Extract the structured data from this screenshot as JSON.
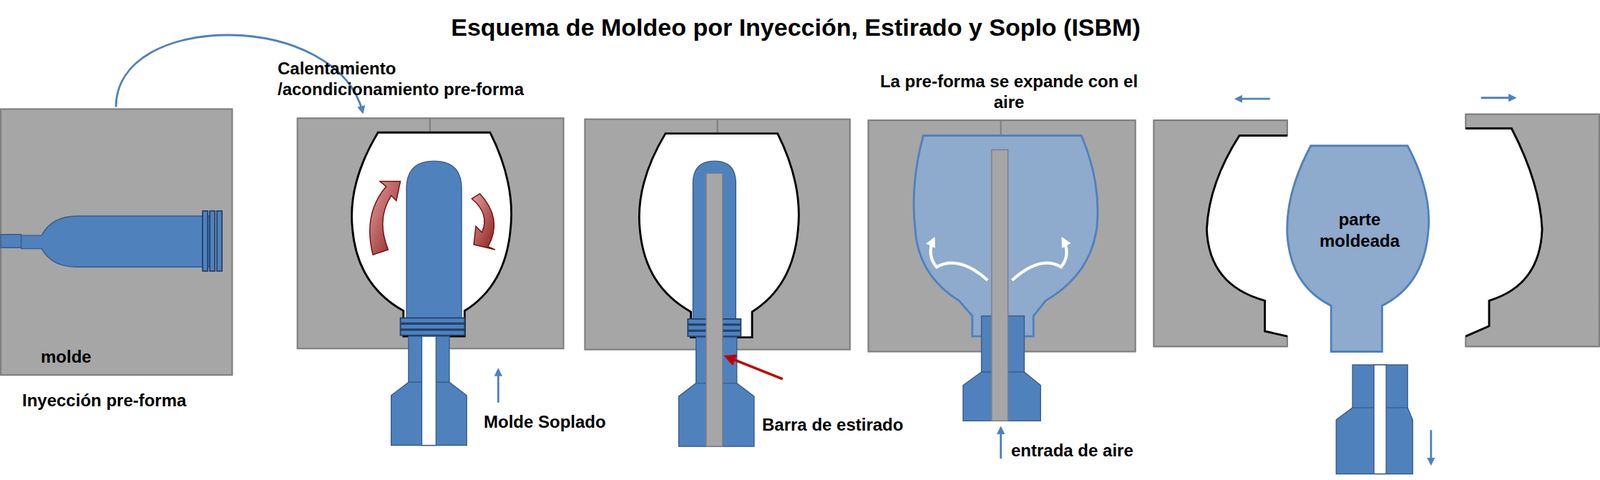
{
  "diagram": {
    "title": "Esquema de Moldeo por Inyección, Estirado y Soplo (ISBM)",
    "nodes": [
      {
        "text": [
          "molde"
        ]
      },
      {
        "text": [
          "parte moldeada"
        ]
      }
    ],
    "labels": [
      "Inyección pre-forma",
      "Calentamiento /acondicionamiento pre-forma",
      "Molde Soplado",
      "Barra de estirado",
      "La pre-forma se expande con el aire",
      "entrada de aire"
    ]
  }
}
